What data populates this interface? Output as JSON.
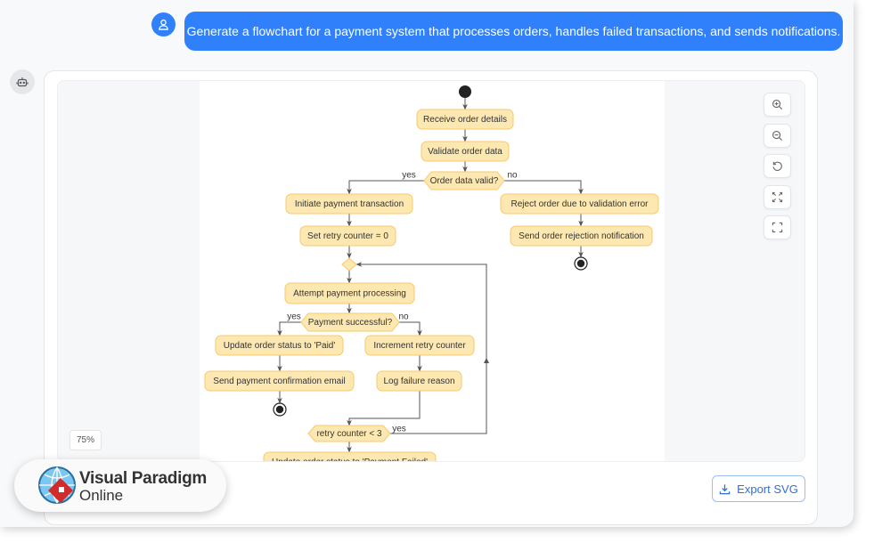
{
  "chat": {
    "user_message": "Generate a flowchart for a payment system that processes orders, handles failed transactions, and sends notifications."
  },
  "canvas": {
    "zoom_level": "75%",
    "tools": [
      {
        "name": "zoom-in-icon"
      },
      {
        "name": "zoom-out-icon"
      },
      {
        "name": "reset-icon"
      },
      {
        "name": "fit-icon"
      },
      {
        "name": "fullscreen-icon"
      }
    ],
    "export_label": "Export SVG"
  },
  "colors": {
    "accent": "#2f80fa",
    "node_fill": "#fde8b2",
    "node_stroke": "#f7c96b",
    "edge": "#555555"
  },
  "flowchart": {
    "nodes": {
      "receive": "Receive order details",
      "validate": "Validate order data",
      "valid_q": "Order data valid?",
      "initiate": "Initiate payment transaction",
      "set_retry": "Set retry counter = 0",
      "reject": "Reject order due to validation error",
      "send_reject": "Send order rejection notification",
      "attempt": "Attempt payment processing",
      "success_q": "Payment successful?",
      "update_paid": "Update order status to 'Paid'",
      "send_confirm": "Send payment confirmation email",
      "increment": "Increment retry counter",
      "log_fail": "Log failure reason",
      "retry_q": "retry counter < 3",
      "update_failed": "Update order status to 'Payment Failed'"
    },
    "labels": {
      "yes": "yes",
      "no": "no"
    }
  },
  "logo": {
    "line1": "Visual Paradigm",
    "line2": "Online"
  }
}
